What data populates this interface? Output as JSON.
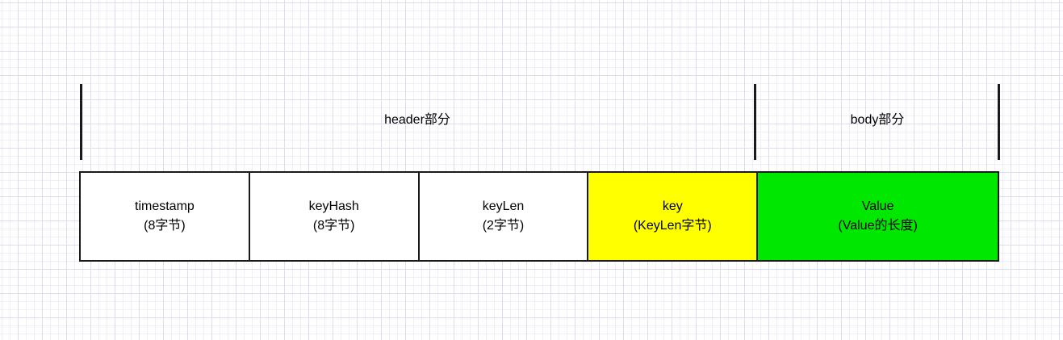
{
  "colors": {
    "stroke": "#1a1a1a",
    "grid-minor": "#efeef9",
    "grid-major": "#dedcf1",
    "canvas-bg": "#ffffff",
    "key-fill": "#ffff00",
    "value-fill": "#00e800"
  },
  "sections": {
    "header": {
      "label": "header部分"
    },
    "body": {
      "label": "body部分"
    }
  },
  "fields": [
    {
      "name": "timestamp",
      "size": "(8字节)",
      "fill": "#ffffff"
    },
    {
      "name": "keyHash",
      "size": "(8字节)",
      "fill": "#ffffff"
    },
    {
      "name": "keyLen",
      "size": "(2字节)",
      "fill": "#ffffff"
    },
    {
      "name": "key",
      "size": "(KeyLen字节)",
      "fill": "#ffff00"
    },
    {
      "name": "Value",
      "size": "(Value的长度)",
      "fill": "#00e800"
    }
  ]
}
